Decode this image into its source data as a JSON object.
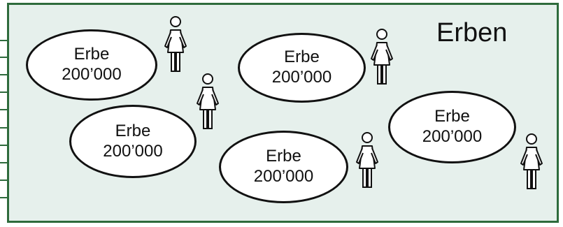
{
  "panel": {
    "title": "Erben",
    "background_color": "#e6f0ec",
    "border_color": "#2e6b3c"
  },
  "heirs": [
    {
      "label": "Erbe",
      "amount": "200’000",
      "icon": "woman-figure-icon"
    },
    {
      "label": "Erbe",
      "amount": "200’000",
      "icon": "woman-figure-icon"
    },
    {
      "label": "Erbe",
      "amount": "200’000",
      "icon": "woman-figure-icon"
    },
    {
      "label": "Erbe",
      "amount": "200’000",
      "icon": "woman-figure-icon"
    },
    {
      "label": "Erbe",
      "amount": "200’000",
      "icon": "woman-figure-icon"
    }
  ]
}
